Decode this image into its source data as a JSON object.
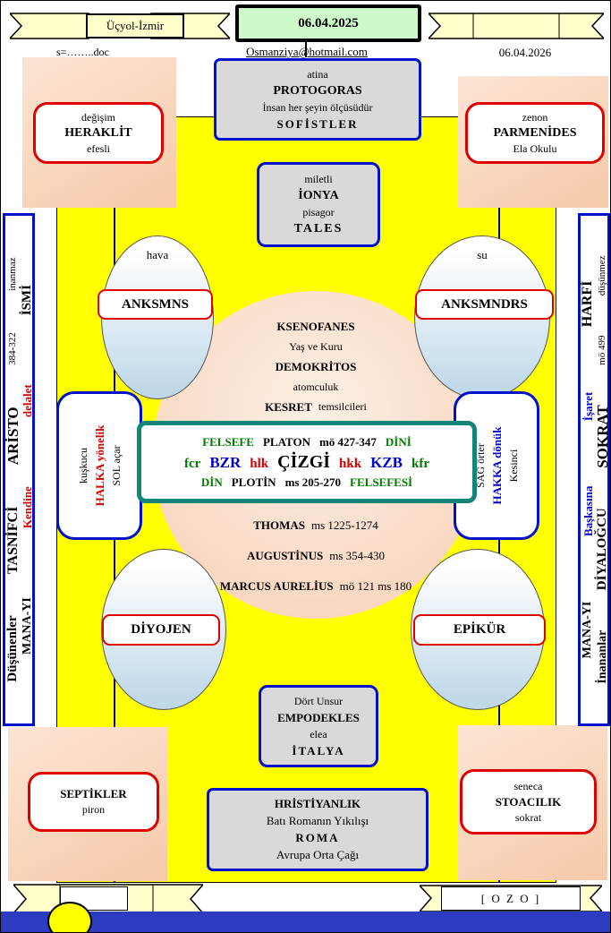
{
  "colors": {
    "yellow": "#FFFF00",
    "peach": "#F6C9A9",
    "gray_box": "#D9D9D9",
    "blue_border": "#0011CC",
    "red_border": "#E00000",
    "teal_border": "#148578",
    "green_box_bg": "#CCF8CA",
    "ribbon_bg": "#FFFFCC",
    "footer_blue": "#2B3CC0",
    "text_green": "#007800",
    "text_red": "#D40000",
    "text_blue": "#0000CC"
  },
  "top": {
    "ribbon_left_label": "Üçyol-İzmir",
    "date_box": "06.04.2025",
    "doc_note": "s=……..doc",
    "email": "Osmanziya@hotmail.com",
    "date_right": "06.04.2026"
  },
  "sofistler_box": {
    "l1": "atina",
    "l2": "PROTOGORAS",
    "l3": "İnsan her şeyin ölçüsüdür",
    "l4": "SOFİSTLER"
  },
  "ionya_box": {
    "l1": "miletli",
    "l2": "İONYA",
    "l3": "pisagor",
    "l4": "TALES"
  },
  "heraklit_box": {
    "l1": "değişim",
    "l2": "HERAKLİT",
    "l3": "efesli"
  },
  "parmenides_box": {
    "l1": "zenon",
    "l2": "PARMENİDES",
    "l3": "Ela Okulu"
  },
  "septikler_box": {
    "l1": "SEPTİKLER",
    "l2": "piron"
  },
  "stoacilik_box": {
    "l1": "seneca",
    "l2": "STOACILIK",
    "l3": "sokrat"
  },
  "dort_unsur_box": {
    "l1": "Dört Unsur",
    "l2": "EMPODEKLES",
    "l3": "elea",
    "l4": "İTALYA"
  },
  "hristiyanlik_box": {
    "l1": "HRİSTİYANLIK",
    "l2": "Batı Romanın Yıkılışı",
    "l3": "ROMA",
    "l4": "Avrupa Orta Çağı"
  },
  "ellipses": {
    "hava_label": "hava",
    "su_label": "su",
    "anksmns": "ANKSMNS",
    "anksmndrs": "ANKSMNDRS",
    "diyojen": "DİYOJEN",
    "epikur": "EPİKÜR"
  },
  "circle": {
    "t1": "KSENOFANES",
    "t2": "Yaş ve Kuru",
    "t3": "DEMOKRİTOS",
    "t4": "atomculuk",
    "t5a": "KESRET",
    "t5b": "temsilcileri",
    "b1a": "THOMAS",
    "b1b": "ms 1225-1274",
    "b2a": "AUGUSTİNUS",
    "b2b": "ms 354-430",
    "b3a": "MARCUS AURELİUS",
    "b3b": "mö 121 ms 180"
  },
  "center_box": {
    "l1": {
      "s1": "FELSEFE",
      "s2": "PLATON",
      "s3": "mö  427-347",
      "s4": "DİNİ"
    },
    "l2": {
      "s1": "fcr",
      "s2": "BZR",
      "s3": "hlk",
      "s4": "ÇİZGİ",
      "s5": "hkk",
      "s6": "KZB",
      "s7": "kfr"
    },
    "l3": {
      "s1": "DİN",
      "s2": "PLOTİN",
      "s3": "ms 205-270",
      "s4": "FELSEFESİ"
    }
  },
  "left_pill": {
    "l1": "kuşkucu",
    "l2": "HALKA yönelik",
    "l3": "SOL açar"
  },
  "right_pill": {
    "l1": "SAĞ örter",
    "l2": "HAKKA dönük",
    "l3": "Kesinci"
  },
  "sidebar_left": {
    "r1": {
      "w1": "Düşünenler",
      "w2": "TASNİFCİ",
      "w3": "ARİSTO",
      "w4": "384-322",
      "w5": "inanmaz"
    },
    "r2": {
      "w1": "MANA-YI",
      "w2": "Kendine",
      "w3": "delalet",
      "w4": "İSMİ"
    }
  },
  "sidebar_right": {
    "r1": {
      "w1": "MANA-YI",
      "w2": "Başkasına",
      "w3": "İşaret",
      "w4": "HARFİ"
    },
    "r2": {
      "w1": "İnananlar",
      "w2": "DİYALOĞCU",
      "w3": "SOKRAT",
      "w4": "mö 499",
      "w5": "düşünmez"
    }
  },
  "footer": {
    "ozo": "[ O Z O ]"
  }
}
